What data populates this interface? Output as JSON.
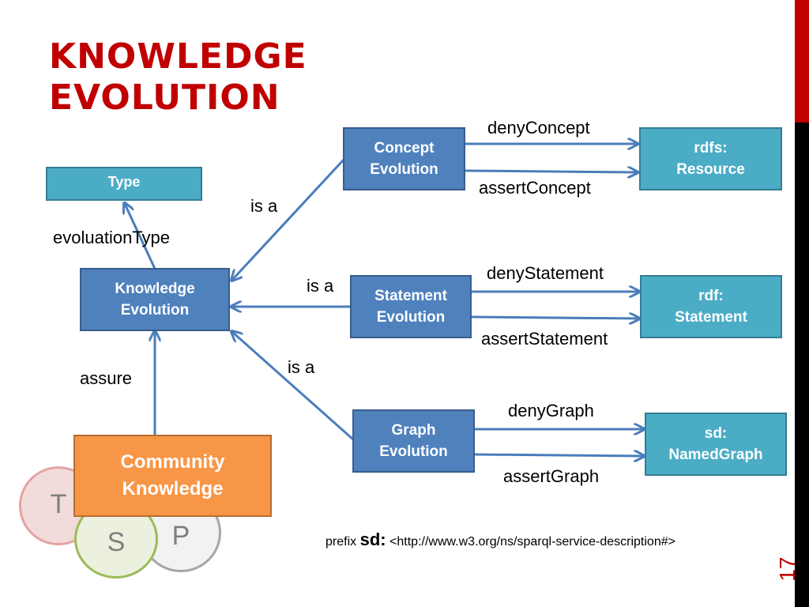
{
  "slide": {
    "title_line1": "KNOWLEDGE",
    "title_line2": "EVOLUTION",
    "page_number": "17"
  },
  "colors": {
    "title": "#c00000",
    "blue_box": "#4f81bd",
    "teal_box": "#4bacc6",
    "orange_box": "#f79646",
    "arrow": "#4a7ebb"
  },
  "boxes": {
    "type": "Type",
    "knowledge_evolution": "Knowledge\nEvolution",
    "concept_evolution": "Concept\nEvolution",
    "statement_evolution": "Statement\nEvolution",
    "graph_evolution": "Graph\nEvolution",
    "rdfs_resource": "rdfs:\nResource",
    "rdf_statement": "rdf:\nStatement",
    "sd_namedgraph": "sd:\nNamedGraph",
    "community_knowledge": "Community\nKnowledge"
  },
  "labels": {
    "evolution_type": "evoluationType",
    "assure": "assure",
    "is_a_concept": "is a",
    "is_a_statement": "is a",
    "is_a_graph": "is a",
    "deny_concept": "denyConcept",
    "assert_concept": "assertConcept",
    "deny_statement": "denyStatement",
    "assert_statement": "assertStatement",
    "deny_graph": "denyGraph",
    "assert_graph": "assertGraph"
  },
  "circles": {
    "t": "T",
    "s": "S",
    "p": "P"
  },
  "prefix": {
    "word": "prefix",
    "name": "sd:",
    "uri": "<http://www.w3.org/ns/sparql-service-description#>"
  }
}
